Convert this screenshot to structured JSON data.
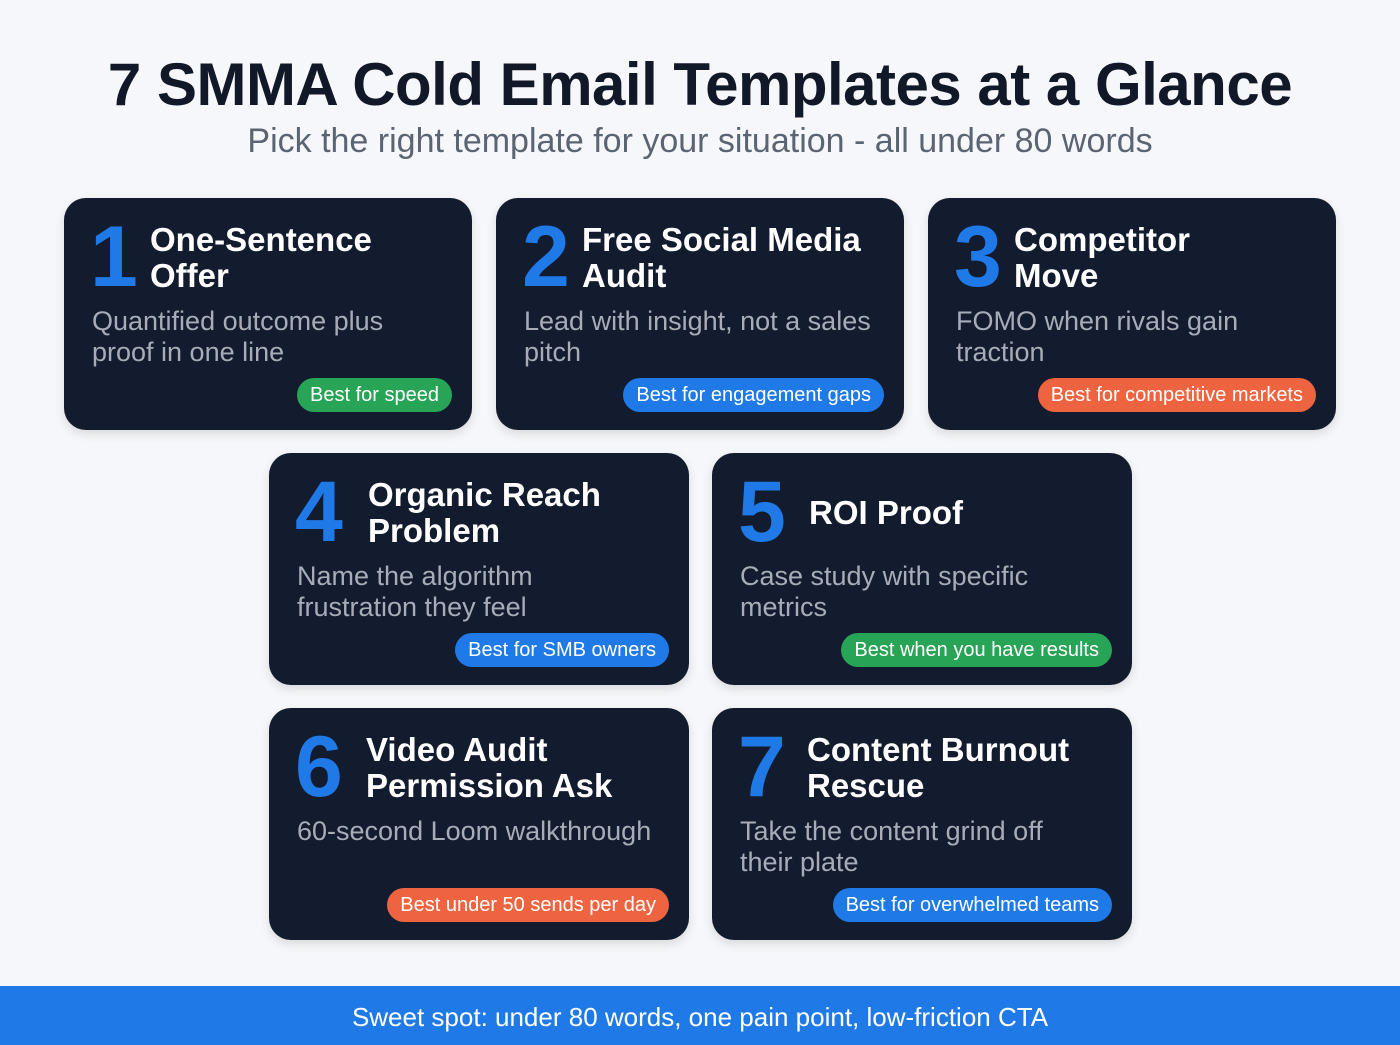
{
  "header": {
    "title": "7 SMMA Cold Email Templates at a Glance",
    "subtitle": "Pick the right template for your situation - all under 80 words"
  },
  "colors": {
    "accent_blue": "#1f7ae8",
    "card_bg": "#131b2e",
    "green": "#27a456",
    "orange": "#ef6440"
  },
  "templates": [
    {
      "number": "1",
      "name": "One-Sentence Offer",
      "description": "Quantified outcome plus proof in one line",
      "badge": "Best for speed",
      "badge_color": "green"
    },
    {
      "number": "2",
      "name": "Free Social Media Audit",
      "description": "Lead with insight, not a sales pitch",
      "badge": "Best for engagement gaps",
      "badge_color": "blue"
    },
    {
      "number": "3",
      "name": "Competitor Move",
      "description": "FOMO when rivals gain traction",
      "badge": "Best for competitive markets",
      "badge_color": "orange"
    },
    {
      "number": "4",
      "name": "Organic Reach Problem",
      "description": "Name the algorithm frustration they feel",
      "badge": "Best for SMB owners",
      "badge_color": "blue"
    },
    {
      "number": "5",
      "name": "ROI Proof",
      "description": "Case study with specific metrics",
      "badge": "Best when you have results",
      "badge_color": "green"
    },
    {
      "number": "6",
      "name": "Video Audit Permission Ask",
      "description": "60-second Loom walkthrough",
      "badge": "Best under 50 sends per day",
      "badge_color": "orange"
    },
    {
      "number": "7",
      "name": "Content Burnout Rescue",
      "description": "Take the content grind off their plate",
      "badge": "Best for overwhelmed teams",
      "badge_color": "blue"
    }
  ],
  "footer": {
    "text": "Sweet spot: under 80 words, one pain point, low-friction CTA"
  }
}
